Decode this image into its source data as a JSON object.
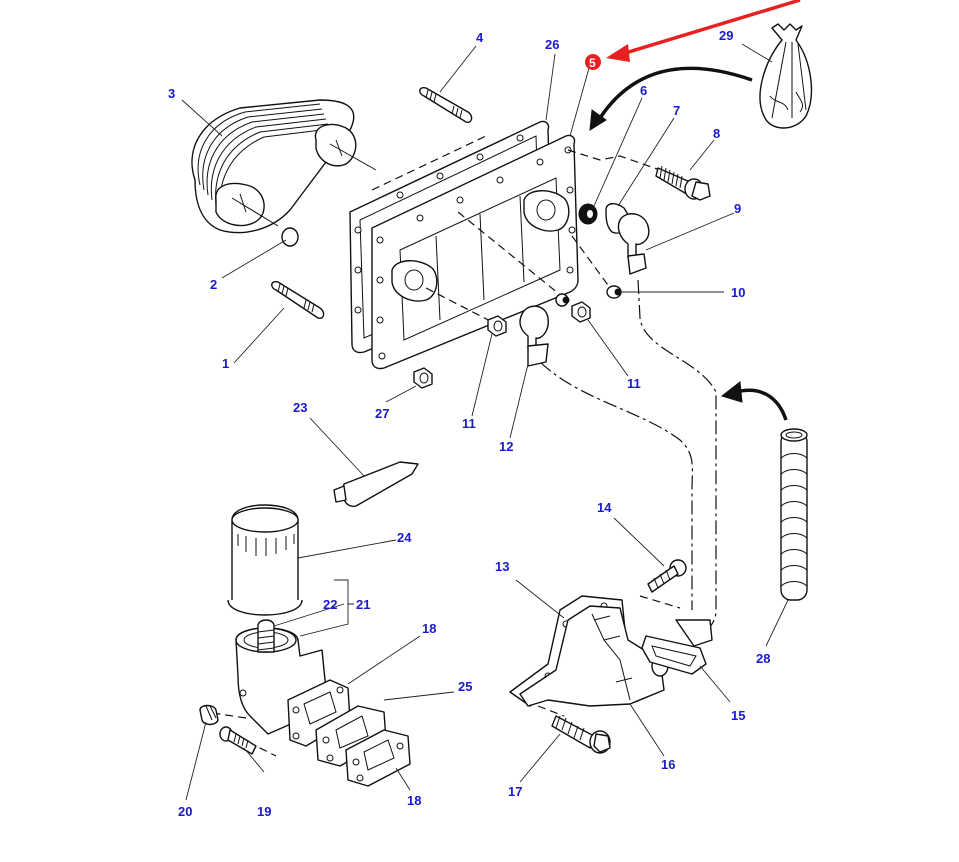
{
  "diagram": {
    "title": "Oil cooler and oil filter assembly — exploded parts view",
    "label_color": "#1a1acc",
    "highlight_color": "#e8201f",
    "highlighted_part": "5",
    "callouts": [
      {
        "id": "c1",
        "number": "1",
        "part": "stud"
      },
      {
        "id": "c2",
        "number": "2",
        "part": "o-ring"
      },
      {
        "id": "c3",
        "number": "3",
        "part": "oil cooler core"
      },
      {
        "id": "c4",
        "number": "4",
        "part": "stud"
      },
      {
        "id": "c5",
        "number": "5",
        "part": "cover plate"
      },
      {
        "id": "c6",
        "number": "6",
        "part": "seal washer"
      },
      {
        "id": "c7",
        "number": "7",
        "part": "gasket"
      },
      {
        "id": "c8",
        "number": "8",
        "part": "flange bolt"
      },
      {
        "id": "c9",
        "number": "9",
        "part": "elbow connector"
      },
      {
        "id": "c10",
        "number": "10",
        "part": "spacer"
      },
      {
        "id": "c11a",
        "number": "11",
        "part": "nut"
      },
      {
        "id": "c11b",
        "number": "11",
        "part": "nut"
      },
      {
        "id": "c12",
        "number": "12",
        "part": "elbow connector"
      },
      {
        "id": "c13",
        "number": "13",
        "part": "gasket"
      },
      {
        "id": "c14",
        "number": "14",
        "part": "bolt"
      },
      {
        "id": "c15",
        "number": "15",
        "part": "gasket"
      },
      {
        "id": "c16",
        "number": "16",
        "part": "adaptor housing"
      },
      {
        "id": "c17",
        "number": "17",
        "part": "flange bolt"
      },
      {
        "id": "c18a",
        "number": "18",
        "part": "gasket"
      },
      {
        "id": "c18b",
        "number": "18",
        "part": "gasket"
      },
      {
        "id": "c19",
        "number": "19",
        "part": "bolt"
      },
      {
        "id": "c20",
        "number": "20",
        "part": "plug"
      },
      {
        "id": "c21",
        "number": "21",
        "part": "filter head assembly"
      },
      {
        "id": "c22",
        "number": "22",
        "part": "threaded adaptor"
      },
      {
        "id": "c23",
        "number": "23",
        "part": "sealant tube"
      },
      {
        "id": "c24",
        "number": "24",
        "part": "oil filter"
      },
      {
        "id": "c25",
        "number": "25",
        "part": "spacer plate"
      },
      {
        "id": "c26",
        "number": "26",
        "part": "gasket"
      },
      {
        "id": "c27",
        "number": "27",
        "part": "nut"
      },
      {
        "id": "c28",
        "number": "28",
        "part": "hose"
      },
      {
        "id": "c29",
        "number": "29",
        "part": "parts bag"
      }
    ]
  }
}
